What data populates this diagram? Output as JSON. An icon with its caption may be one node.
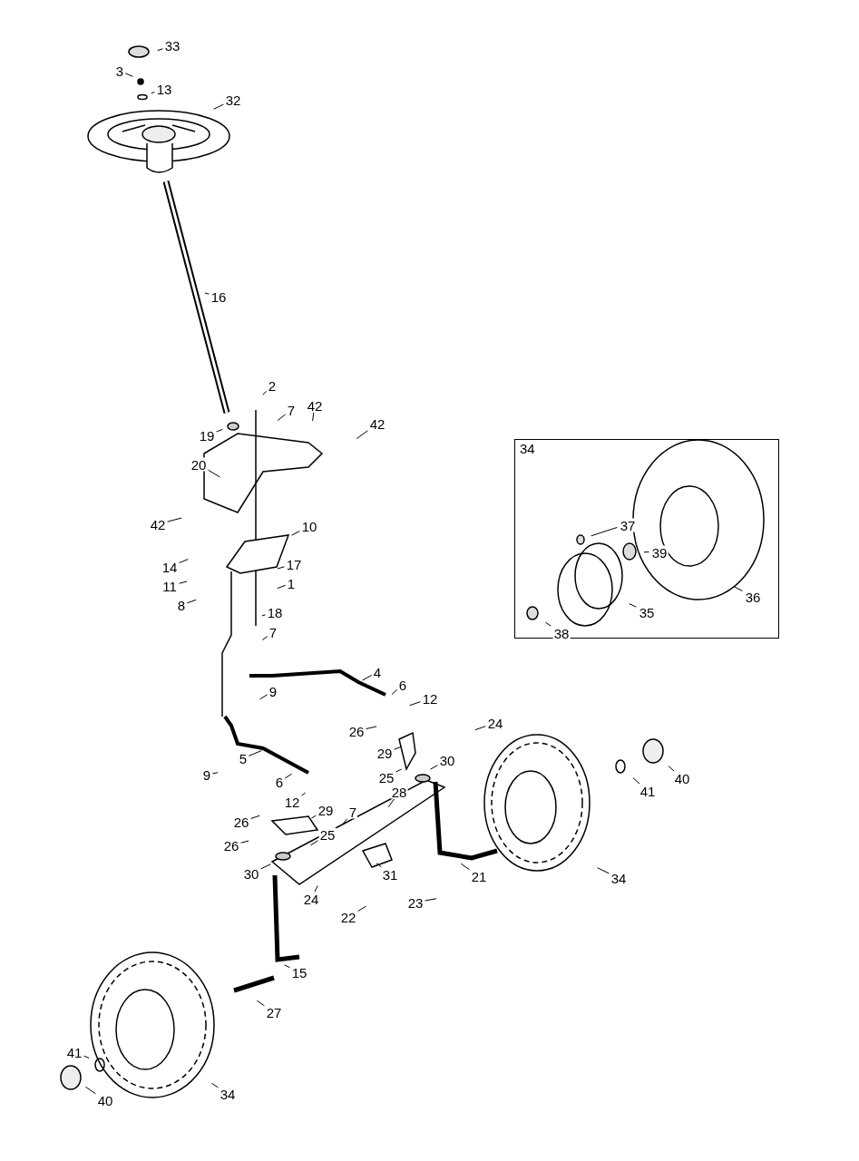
{
  "diagram": {
    "nodes": [
      {
        "text": [
          "33"
        ]
      },
      {
        "text": [
          "3"
        ]
      },
      {
        "text": [
          "13"
        ]
      },
      {
        "text": [
          "32"
        ]
      },
      {
        "text": [
          "16"
        ]
      },
      {
        "text": [
          "2"
        ]
      },
      {
        "text": [
          "7"
        ]
      },
      {
        "text": [
          "42"
        ]
      },
      {
        "text": [
          "42"
        ]
      },
      {
        "text": [
          "19"
        ]
      },
      {
        "text": [
          "20"
        ]
      },
      {
        "text": [
          "42"
        ]
      },
      {
        "text": [
          "10"
        ]
      },
      {
        "text": [
          "14"
        ]
      },
      {
        "text": [
          "17"
        ]
      },
      {
        "text": [
          "11"
        ]
      },
      {
        "text": [
          "1"
        ]
      },
      {
        "text": [
          "8"
        ]
      },
      {
        "text": [
          "18"
        ]
      },
      {
        "text": [
          "7"
        ]
      },
      {
        "text": [
          "4"
        ]
      },
      {
        "text": [
          "6"
        ]
      },
      {
        "text": [
          "9"
        ]
      },
      {
        "text": [
          "12"
        ]
      },
      {
        "text": [
          "26"
        ]
      },
      {
        "text": [
          "24"
        ]
      },
      {
        "text": [
          "29"
        ]
      },
      {
        "text": [
          "30"
        ]
      },
      {
        "text": [
          "25"
        ]
      },
      {
        "text": [
          "5"
        ]
      },
      {
        "text": [
          "9"
        ]
      },
      {
        "text": [
          "6"
        ]
      },
      {
        "text": [
          "12"
        ]
      },
      {
        "text": [
          "28"
        ]
      },
      {
        "text": [
          "29"
        ]
      },
      {
        "text": [
          "7"
        ]
      },
      {
        "text": [
          "26"
        ]
      },
      {
        "text": [
          "25"
        ]
      },
      {
        "text": [
          "26"
        ]
      },
      {
        "text": [
          "30"
        ]
      },
      {
        "text": [
          "31"
        ]
      },
      {
        "text": [
          "21"
        ]
      },
      {
        "text": [
          "24"
        ]
      },
      {
        "text": [
          "22"
        ]
      },
      {
        "text": [
          "23"
        ]
      },
      {
        "text": [
          "15"
        ]
      },
      {
        "text": [
          "27"
        ]
      },
      {
        "text": [
          "41"
        ]
      },
      {
        "text": [
          "40"
        ]
      },
      {
        "text": [
          "34"
        ]
      },
      {
        "text": [
          "34"
        ]
      },
      {
        "text": [
          "41"
        ]
      },
      {
        "text": [
          "40"
        ]
      },
      {
        "text": [
          "34"
        ]
      },
      {
        "text": [
          "37"
        ],
        "in": 53
      },
      {
        "text": [
          "39"
        ],
        "in": 53
      },
      {
        "text": [
          "36"
        ],
        "in": 53
      },
      {
        "text": [
          "35"
        ],
        "in": 53
      },
      {
        "text": [
          "38"
        ],
        "in": 53
      }
    ],
    "edges": [
      {
        "from": 0,
        "to": null,
        "arrow": "none"
      },
      {
        "from": 1,
        "to": null,
        "arrow": "none"
      },
      {
        "from": 2,
        "to": null,
        "arrow": "none"
      },
      {
        "from": 3,
        "to": null,
        "arrow": "none"
      },
      {
        "from": 4,
        "to": null,
        "arrow": "none"
      },
      {
        "from": 5,
        "to": null,
        "arrow": "none"
      },
      {
        "from": 6,
        "to": null,
        "arrow": "none"
      },
      {
        "from": 7,
        "to": null,
        "arrow": "none"
      },
      {
        "from": 8,
        "to": null,
        "arrow": "none"
      },
      {
        "from": 9,
        "to": null,
        "arrow": "none"
      },
      {
        "from": 10,
        "to": null,
        "arrow": "none"
      },
      {
        "from": 11,
        "to": null,
        "arrow": "none"
      },
      {
        "from": 12,
        "to": null,
        "arrow": "none"
      },
      {
        "from": 13,
        "to": null,
        "arrow": "none"
      },
      {
        "from": 14,
        "to": null,
        "arrow": "none"
      },
      {
        "from": 15,
        "to": null,
        "arrow": "none"
      },
      {
        "from": 16,
        "to": null,
        "arrow": "none"
      },
      {
        "from": 17,
        "to": null,
        "arrow": "none"
      },
      {
        "from": 18,
        "to": null,
        "arrow": "none"
      },
      {
        "from": 19,
        "to": null,
        "arrow": "none"
      },
      {
        "from": 20,
        "to": null,
        "arrow": "none"
      },
      {
        "from": 21,
        "to": null,
        "arrow": "none"
      },
      {
        "from": 22,
        "to": null,
        "arrow": "none"
      },
      {
        "from": 23,
        "to": null,
        "arrow": "none"
      },
      {
        "from": 24,
        "to": null,
        "arrow": "none"
      },
      {
        "from": 25,
        "to": null,
        "arrow": "none"
      },
      {
        "from": 26,
        "to": null,
        "arrow": "none"
      },
      {
        "from": 27,
        "to": null,
        "arrow": "none"
      },
      {
        "from": 28,
        "to": null,
        "arrow": "none"
      },
      {
        "from": 29,
        "to": null,
        "arrow": "none"
      },
      {
        "from": 30,
        "to": null,
        "arrow": "none"
      },
      {
        "from": 31,
        "to": null,
        "arrow": "none"
      },
      {
        "from": 32,
        "to": null,
        "arrow": "none"
      },
      {
        "from": 33,
        "to": null,
        "arrow": "none"
      },
      {
        "from": 34,
        "to": null,
        "arrow": "none"
      },
      {
        "from": 35,
        "to": null,
        "arrow": "none"
      },
      {
        "from": 36,
        "to": null,
        "arrow": "none"
      },
      {
        "from": 37,
        "to": null,
        "arrow": "none"
      },
      {
        "from": 38,
        "to": null,
        "arrow": "none"
      },
      {
        "from": 39,
        "to": null,
        "arrow": "none"
      },
      {
        "from": 40,
        "to": null,
        "arrow": "none"
      },
      {
        "from": 41,
        "to": null,
        "arrow": "none"
      },
      {
        "from": 42,
        "to": null,
        "arrow": "none"
      },
      {
        "from": 43,
        "to": null,
        "arrow": "none"
      },
      {
        "from": 44,
        "to": null,
        "arrow": "none"
      },
      {
        "from": 45,
        "to": null,
        "arrow": "none"
      },
      {
        "from": 46,
        "to": null,
        "arrow": "none"
      },
      {
        "from": 47,
        "to": null,
        "arrow": "none"
      },
      {
        "from": 48,
        "to": null,
        "arrow": "none"
      },
      {
        "from": 49,
        "to": null,
        "arrow": "none"
      },
      {
        "from": 50,
        "to": null,
        "arrow": "none"
      },
      {
        "from": 51,
        "to": null,
        "arrow": "none"
      },
      {
        "from": 52,
        "to": null,
        "arrow": "none"
      },
      {
        "from": 54,
        "to": null,
        "arrow": "none"
      },
      {
        "from": 55,
        "to": null,
        "arrow": "none"
      },
      {
        "from": 56,
        "to": null,
        "arrow": "none"
      },
      {
        "from": 57,
        "to": null,
        "arrow": "none"
      },
      {
        "from": 58,
        "to": null,
        "arrow": "none"
      }
    ]
  }
}
